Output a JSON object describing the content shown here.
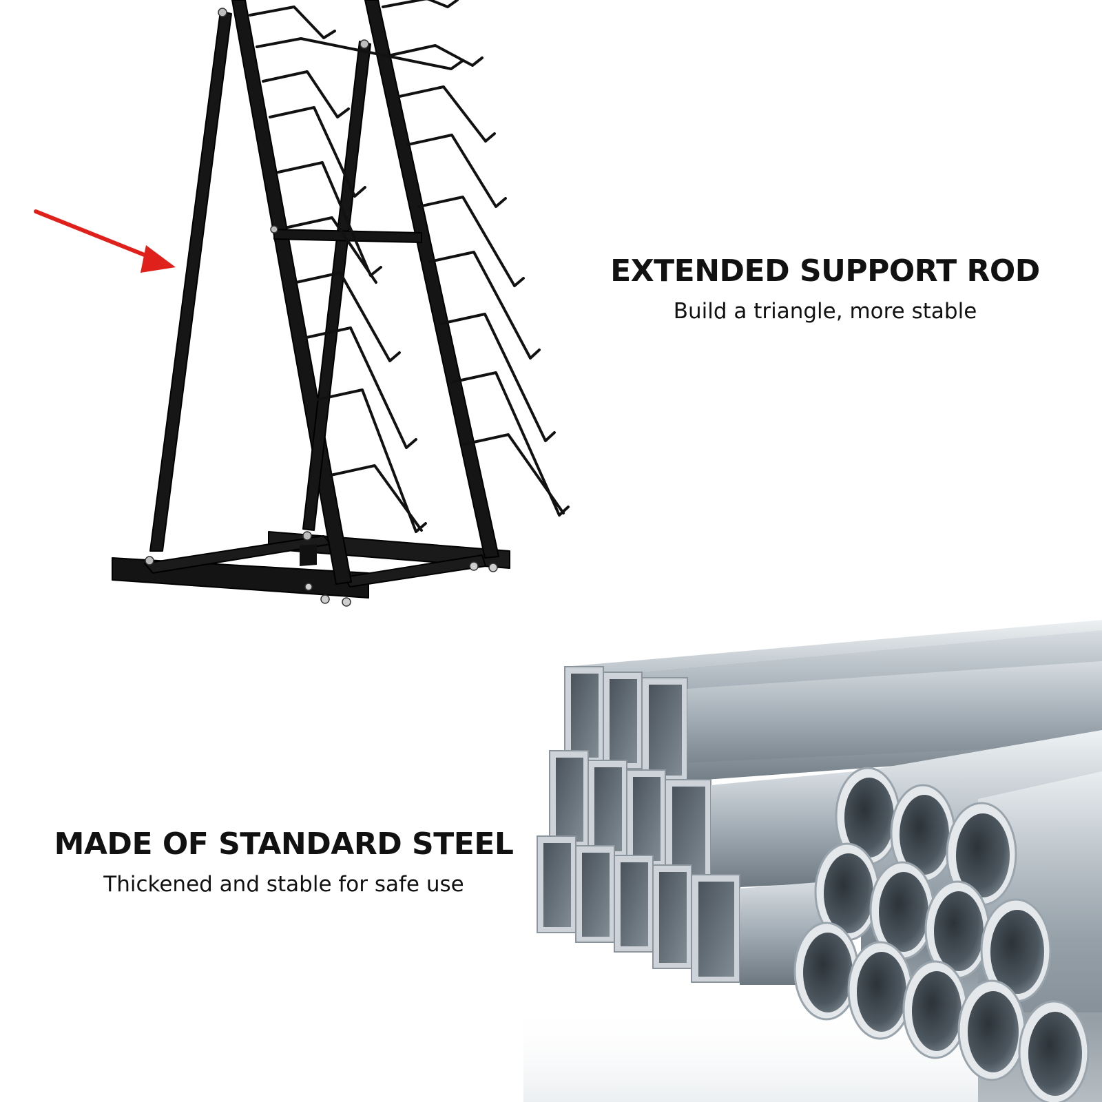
{
  "features": [
    {
      "id": "support-rod",
      "title": "EXTENDED SUPPORT ROD",
      "subtitle": "Build a triangle, more stable",
      "image": "a-frame-rack-illustration",
      "callout": "red-arrow-icon"
    },
    {
      "id": "standard-steel",
      "title": "MADE OF STANDARD STEEL",
      "subtitle": "Thickened and stable for safe use",
      "image": "steel-tube-stack-illustration"
    }
  ],
  "colors": {
    "frame": "#111111",
    "arrow": "#e0201b",
    "steel_light": "#c9d1d8",
    "steel_mid": "#8f9aa4",
    "steel_dark": "#3c454d",
    "background": "#ffffff"
  }
}
